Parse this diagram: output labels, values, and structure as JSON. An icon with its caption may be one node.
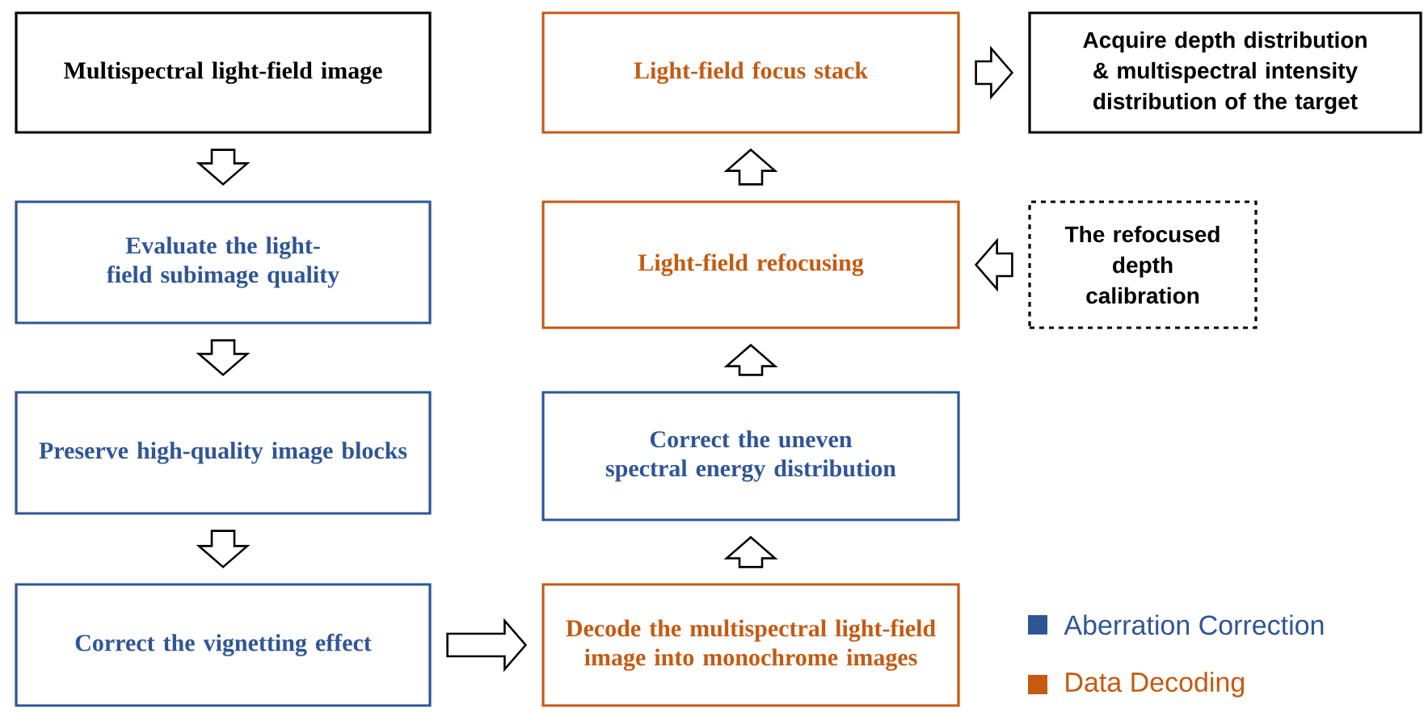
{
  "diagram": {
    "nodes": [
      {
        "text": [
          "Multispectral light-field image"
        ]
      },
      {
        "text": [
          "Evaluate the light-field subimage quality"
        ]
      },
      {
        "text": [
          "Preserve high-quality image blocks"
        ]
      },
      {
        "text": [
          "Correct the vignetting effect"
        ]
      },
      {
        "text": [
          "Decode the multispectral light-field image into monochrome images"
        ]
      },
      {
        "text": [
          "Correct the uneven spectral energy distribution"
        ]
      },
      {
        "text": [
          "Light-field refocusing"
        ]
      },
      {
        "text": [
          "Light-field focus stack"
        ]
      },
      {
        "text": [
          "Acquire depth distribution & multispectral intensity distribution of the target"
        ]
      },
      {
        "text": [
          "The refocused depth calibration"
        ]
      }
    ],
    "edges": [
      {
        "from": 0,
        "to": 1,
        "arrow": "to"
      },
      {
        "from": 1,
        "to": 2,
        "arrow": "to"
      },
      {
        "from": 2,
        "to": 3,
        "arrow": "to"
      },
      {
        "from": 3,
        "to": 4,
        "arrow": "to"
      },
      {
        "from": 4,
        "to": 5,
        "arrow": "to"
      },
      {
        "from": 5,
        "to": 6,
        "arrow": "to"
      },
      {
        "from": 6,
        "to": 7,
        "arrow": "to"
      },
      {
        "from": 7,
        "to": 8,
        "arrow": "to"
      },
      {
        "from": 9,
        "to": 6,
        "arrow": "to"
      }
    ],
    "legend": [
      {
        "text": "Aberration Correction",
        "color": "#2f5597"
      },
      {
        "text": "Data Decoding",
        "color": "#c55a11"
      }
    ]
  }
}
